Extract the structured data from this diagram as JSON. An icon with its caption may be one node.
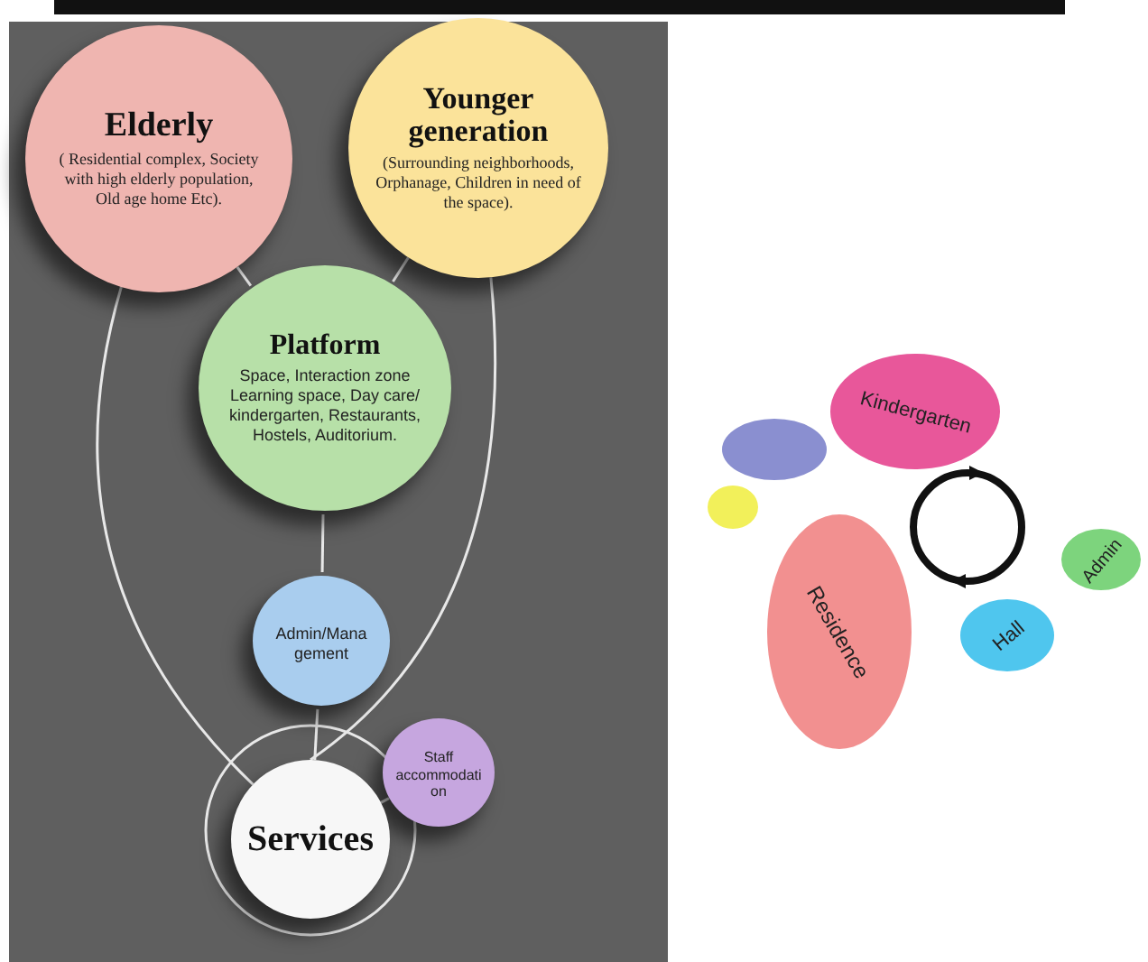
{
  "diagram": {
    "nodes": [
      {
        "text": [
          "Elderly",
          "( Residential complex, Society with high elderly population, Old age home Etc)."
        ]
      },
      {
        "text": [
          "Younger generation",
          "(Surrounding neighborhoods, Orphanage, Children in need of the space)."
        ]
      },
      {
        "text": [
          "Platform",
          "Space, Interaction zone Learning space, Day care/ kindergarten, Restaurants, Hostels, Auditorium."
        ]
      },
      {
        "text": [
          "Admin/Management"
        ]
      },
      {
        "text": [
          "Staff accommodation"
        ]
      },
      {
        "text": [
          "Services"
        ]
      },
      {
        "text": [
          "Kindergarten"
        ]
      },
      {
        "text": [],
        "shape": "ellipse"
      },
      {
        "text": [],
        "shape": "ellipse"
      },
      {
        "text": [
          "Residence"
        ]
      },
      {
        "text": [
          "Hall"
        ]
      },
      {
        "text": [
          "Admin"
        ]
      }
    ],
    "edges": [
      {
        "from": 0,
        "to": 2,
        "arrow": "none"
      },
      {
        "from": 1,
        "to": 2,
        "arrow": "none"
      },
      {
        "from": 0,
        "to": 5,
        "arrow": "none"
      },
      {
        "from": 1,
        "to": 5,
        "arrow": "none"
      },
      {
        "from": 2,
        "to": 3,
        "arrow": "none"
      },
      {
        "from": 3,
        "to": 5,
        "arrow": "none"
      },
      {
        "from": 4,
        "to": 5,
        "arrow": "none"
      }
    ]
  }
}
